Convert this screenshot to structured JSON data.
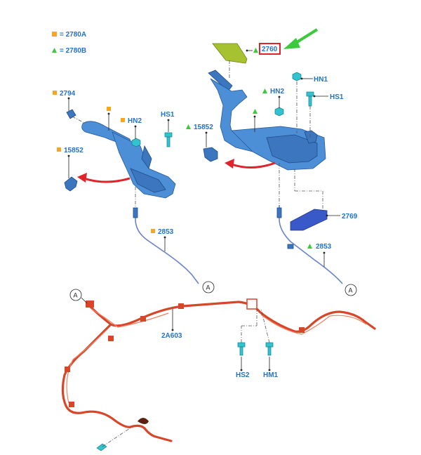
{
  "legend": {
    "square_label": "= 2780A",
    "triangle_label": "= 2780B",
    "square_color": "#f5a623",
    "triangle_color": "#3cc93c"
  },
  "callouts": {
    "left_2794": "2794",
    "left_hn2": "HN2",
    "left_hs1": "HS1",
    "left_15852": "15852",
    "left_2853": "2853",
    "right_2760": "2760",
    "right_hn1": "HN1",
    "right_hn2": "HN2",
    "right_hs1": "HS1",
    "right_15852": "15852",
    "right_2769": "2769",
    "right_2853": "2853",
    "bottom_2a603": "2A603",
    "bottom_hs2": "HS2",
    "bottom_hm1": "HM1",
    "connector_a": "A"
  },
  "colors": {
    "label_blue": "#2272c9",
    "highlight_red": "#e0242c",
    "arrow_green": "#3cc93c",
    "arrow_red": "#e0242c",
    "cable_orange": "#d8462a"
  }
}
